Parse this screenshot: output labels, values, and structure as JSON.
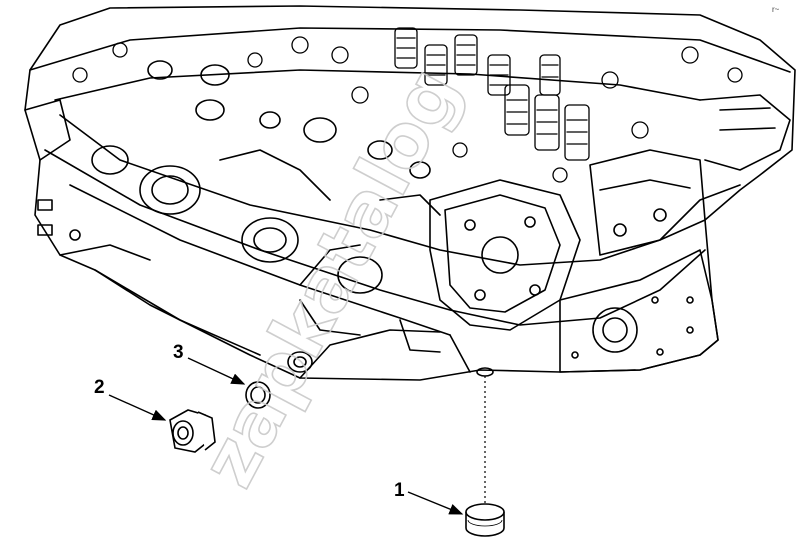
{
  "callouts": {
    "c1": "1",
    "c2": "2",
    "c3": "3"
  },
  "watermark": "zapkatalog",
  "corner_mark": "r~",
  "colors": {
    "line": "#000000",
    "paper": "#ffffff",
    "watermark": "#c9c9c9"
  }
}
